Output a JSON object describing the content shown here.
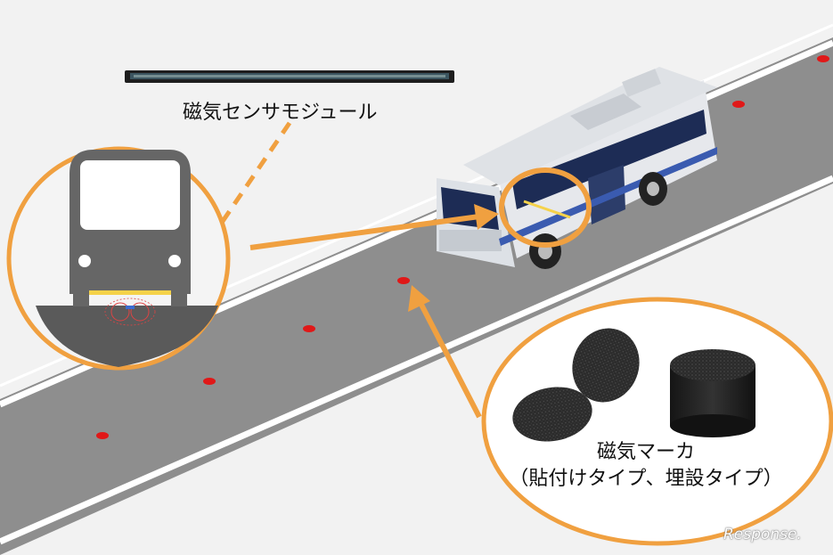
{
  "labels": {
    "sensor_module": "磁気センサモジュール",
    "marker": "磁気マーカ",
    "marker_types": "（貼付けタイプ、埋設タイプ）"
  },
  "watermark": "Response.",
  "colors": {
    "accent": "#f0a040",
    "road": "#8c8c8c",
    "lane_line": "#ffffff",
    "marker_dot": "#e01818",
    "bus_body": "#e8eaee",
    "bus_window": "#1d2c55",
    "icon_gray": "#666666",
    "module_yellow": "#f5d24a",
    "magnet_black": "#222222"
  }
}
